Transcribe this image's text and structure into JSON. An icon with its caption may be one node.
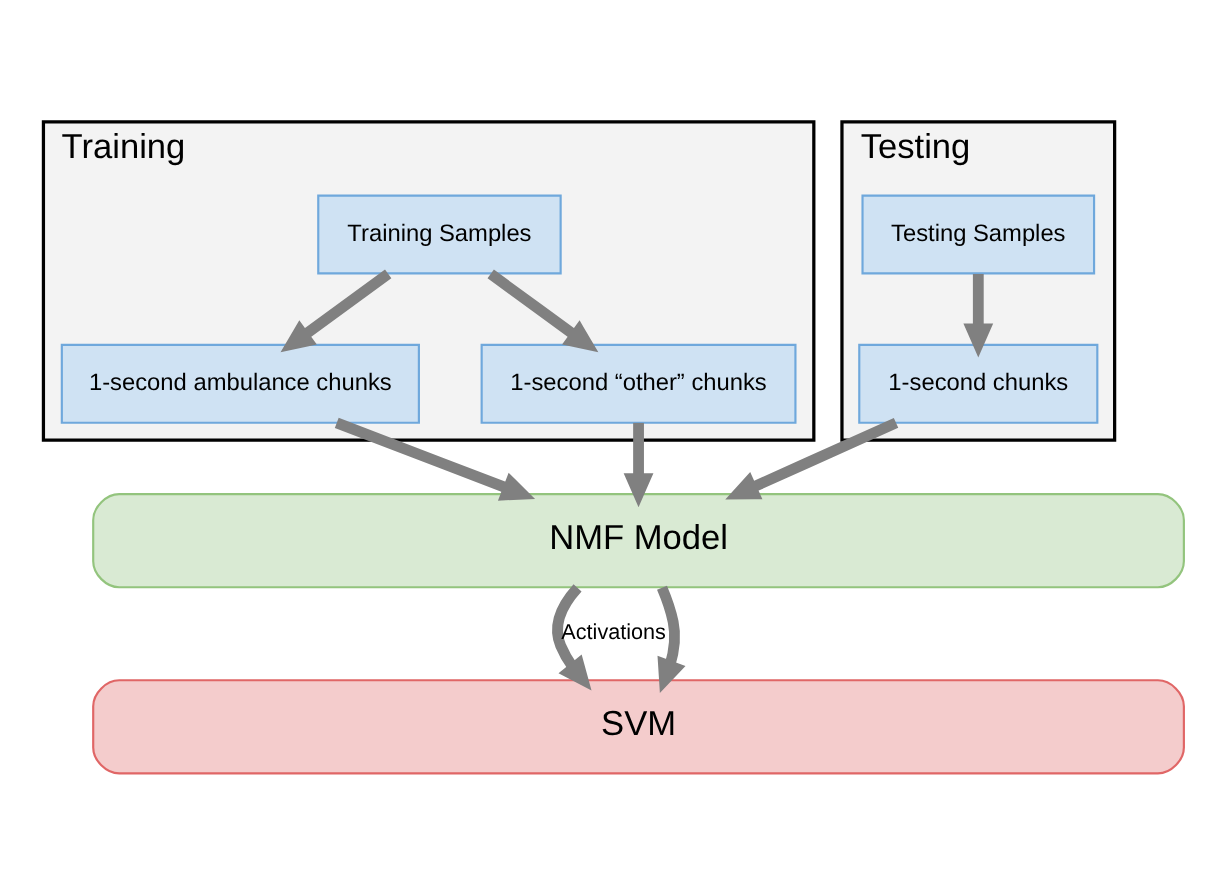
{
  "diagram": {
    "nodes": [
      {
        "text": [
          "Training"
        ]
      },
      {
        "text": [
          "Training Samples"
        ],
        "in": 0
      },
      {
        "text": [
          "1-second ambulance chunks"
        ],
        "in": 0
      },
      {
        "text": [
          "1-second “other” chunks"
        ],
        "in": 0
      },
      {
        "text": [
          "Testing"
        ]
      },
      {
        "text": [
          "Testing Samples"
        ],
        "in": 4
      },
      {
        "text": [
          "1-second chunks"
        ],
        "in": 4
      },
      {
        "text": [
          "NMF Model"
        ]
      },
      {
        "text": [
          "SVM"
        ]
      }
    ],
    "edges": [
      {
        "from": 1,
        "to": 2,
        "arrow": "to"
      },
      {
        "from": 1,
        "to": 3,
        "arrow": "to"
      },
      {
        "from": 5,
        "to": 6,
        "arrow": "to"
      },
      {
        "from": 2,
        "to": 7,
        "arrow": "to"
      },
      {
        "from": 3,
        "to": 7,
        "arrow": "to"
      },
      {
        "from": 6,
        "to": 7,
        "arrow": "to"
      },
      {
        "from": 7,
        "to": 8,
        "arrow": "to",
        "label": "Activations"
      },
      {
        "from": 7,
        "to": 8,
        "arrow": "to"
      }
    ]
  }
}
